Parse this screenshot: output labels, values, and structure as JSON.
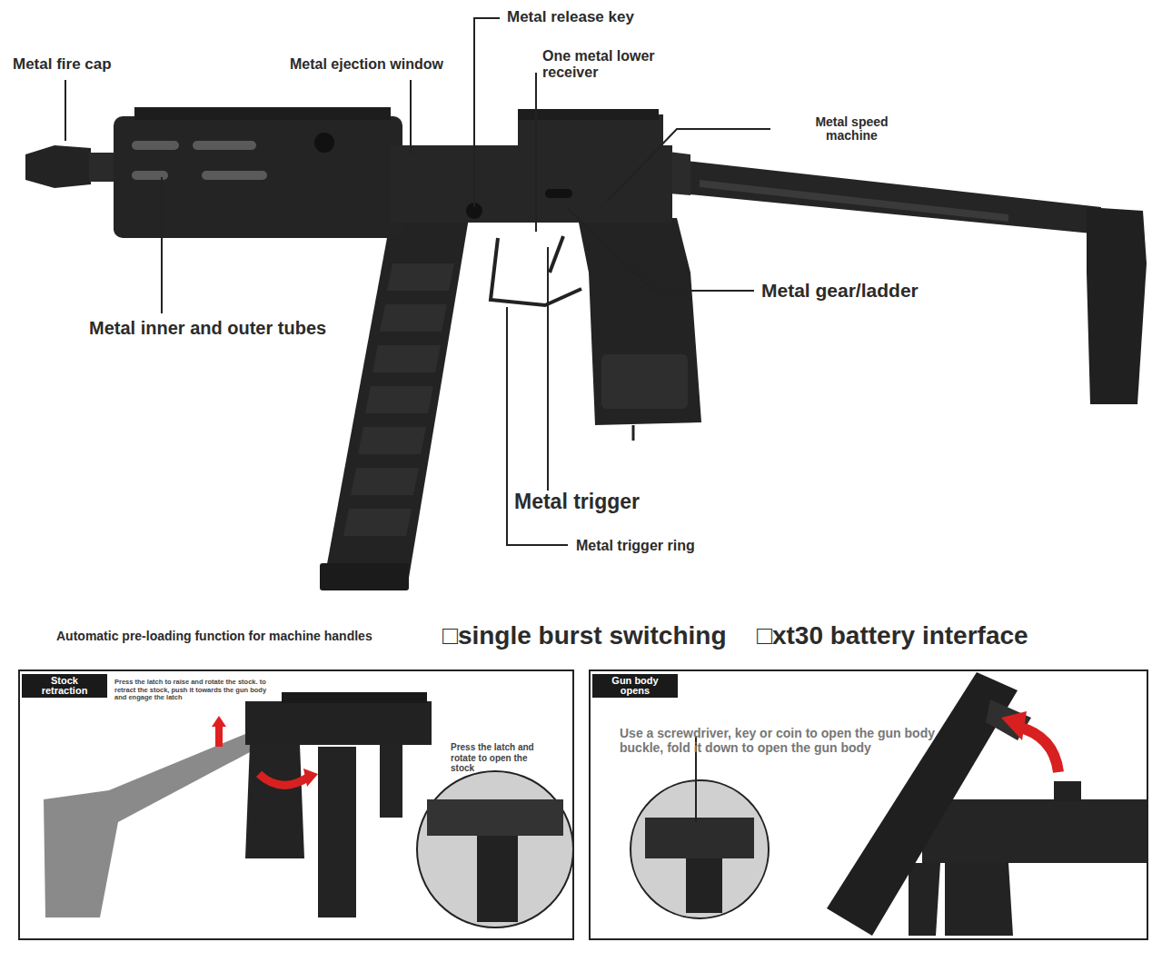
{
  "diagram": {
    "nodes": [
      {
        "text": [
          "Press the latch to raise and rotate the stock. to retract the stock, push it towards the gun body and engage the latch",
          "Press the latch and rotate to open the stock"
        ]
      },
      {
        "text": [
          "Stock retraction"
        ],
        "in": 0
      },
      {
        "text": [
          "Use a screwdriver, key or coin to open the gun body buckle, fold it down to open the gun body"
        ]
      },
      {
        "text": [
          "Gun body opens"
        ],
        "in": 2
      }
    ],
    "labels": [
      "Metal fire cap",
      "Metal ejection window",
      "Metal release key",
      "One metal lower receiver",
      "Metal speed machine",
      "Metal gear/ladder",
      "Metal inner and outer tubes",
      "Metal trigger",
      "Metal trigger ring",
      "Automatic pre-loading function for machine handles",
      "□single burst switching",
      "□xt30 battery interface"
    ]
  }
}
